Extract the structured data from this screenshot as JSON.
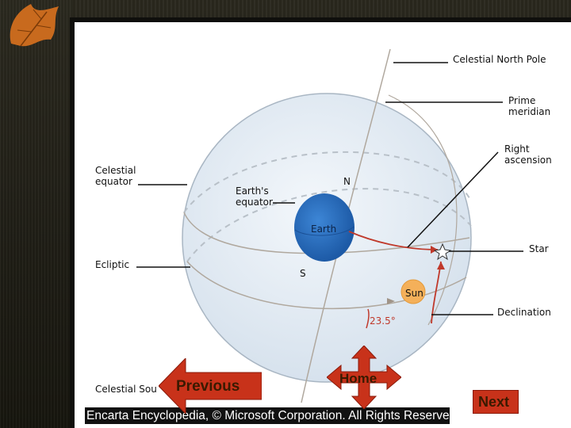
{
  "diagram": {
    "labels": {
      "celestial_north_pole": "Celestial North Pole",
      "prime_meridian": "Prime\nmeridian",
      "right_ascension": "Right\nascension",
      "celestial_equator": "Celestial\nequator",
      "earths_equator": "Earth's\nequator",
      "north": "N",
      "earth": "Earth",
      "star": "Star",
      "ecliptic": "Ecliptic",
      "south": "S",
      "sun": "Sun",
      "declination": "Declination",
      "angle": "23.5°",
      "celestial_south_pole": "Celestial Sou"
    },
    "copyright": "Encarta Encyclopedia, © Microsoft Corporation. All Rights Reserved."
  },
  "nav": {
    "previous_label": "Previous",
    "home_label": "Home",
    "next_label": "Next"
  },
  "colors": {
    "sphere": "#e7eef6",
    "earth": "#2f73c4",
    "sun": "#f4b05a",
    "arrow_red": "#c0392b",
    "nav_red": "#c8321a"
  }
}
